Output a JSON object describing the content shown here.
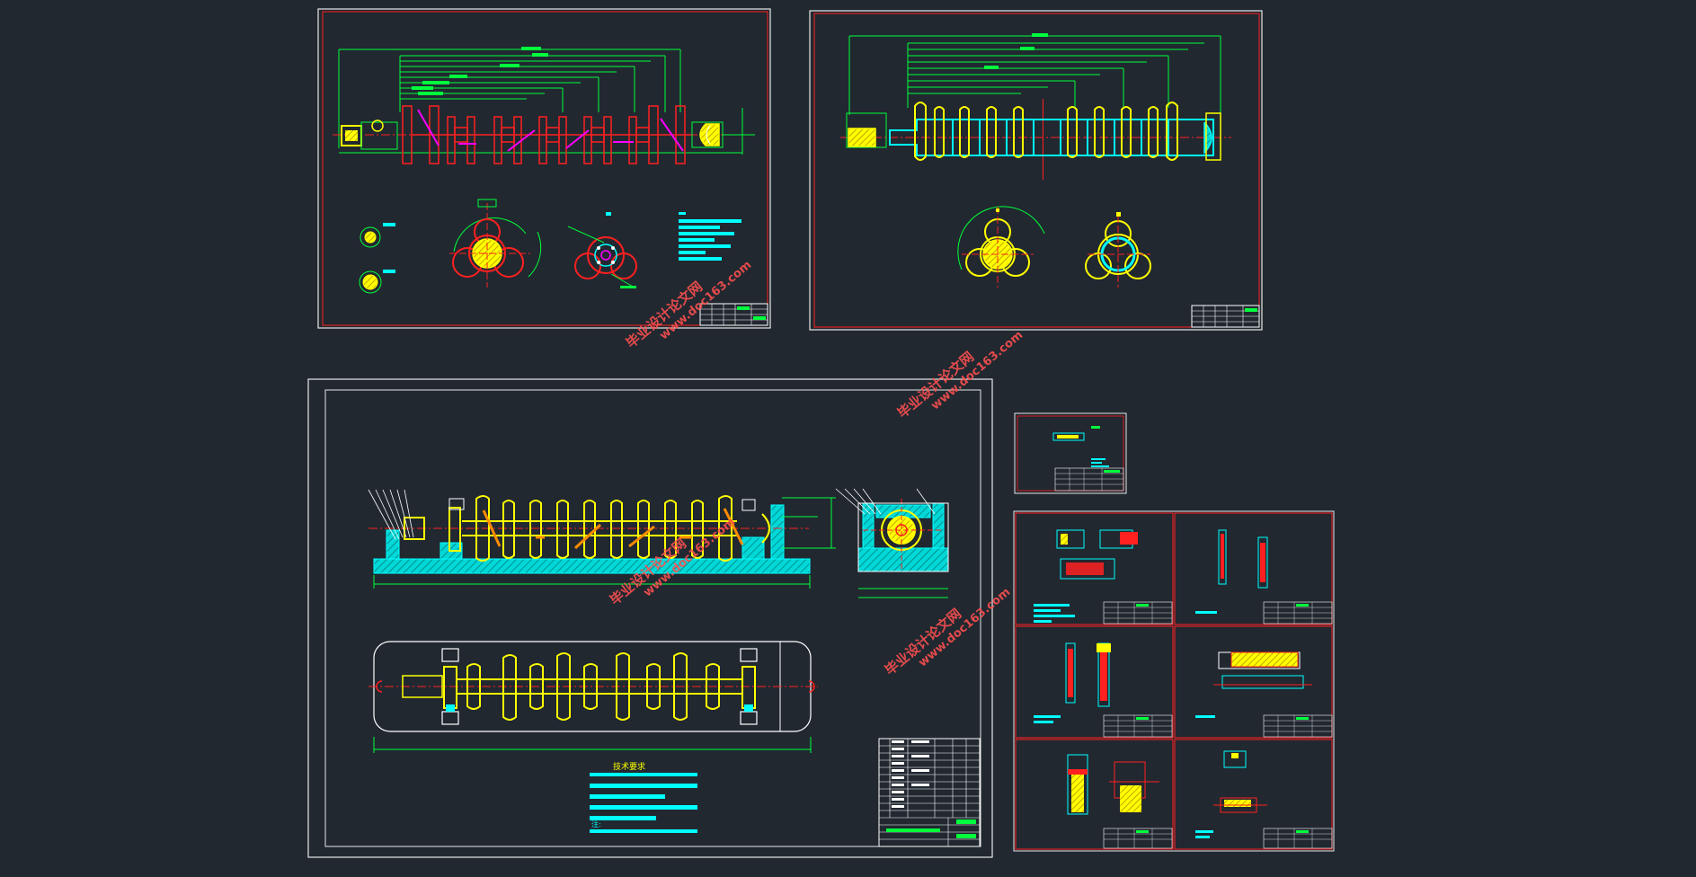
{
  "colors": {
    "background": "#212830",
    "sheet_border": "#e8e8e8",
    "red": "#ff2020",
    "green": "#00ff3c",
    "yellow": "#ffff00",
    "cyan": "#00ffff",
    "magenta": "#ff00ff",
    "white": "#ffffff",
    "watermark": "#ff5050"
  },
  "watermark": {
    "text_cn": "毕业设计论文网",
    "text_url": "www.doc163.com"
  },
  "drawing": {
    "tech_req_title": "技术要求",
    "note_label": "注:"
  },
  "icons": [
    "crankshaft-icon",
    "fixture-icon",
    "title-block-icon"
  ]
}
